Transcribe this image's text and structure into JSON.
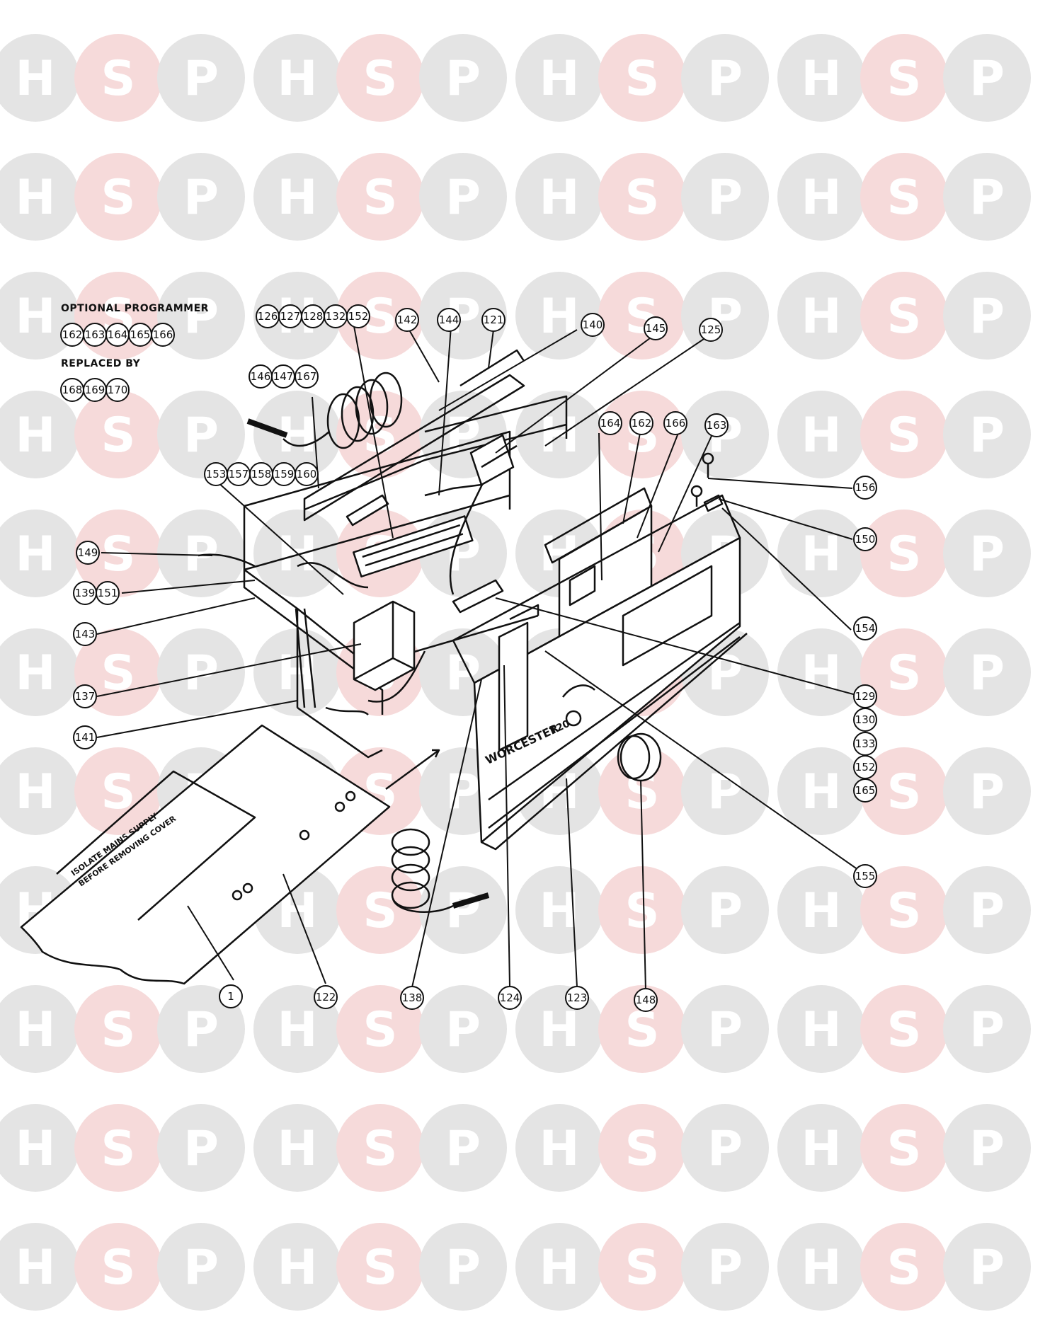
{
  "watermark": {
    "letters": [
      "H",
      "S",
      "P"
    ],
    "colors": {
      "circle": "#e4e4e4",
      "accent_circle": "#f6dada",
      "letter": "#ffffff"
    }
  },
  "notes": {
    "optional_programmer": "OPTIONAL PROGRAMMER",
    "replaced_by": "REPLACED BY",
    "optional_parts": [
      "162",
      "163",
      "164",
      "165",
      "166"
    ],
    "replacement_parts": [
      "168",
      "169",
      "170"
    ]
  },
  "panel_text": {
    "brand": "WORCESTER",
    "model": "T20"
  },
  "label_text": {
    "line1": "ISOLATE MAINS SUPPLY",
    "line2": "BEFORE REMOVING COVER"
  },
  "callouts": {
    "group_126": [
      "126",
      "127",
      "128",
      "132",
      "152"
    ],
    "group_146": [
      "146",
      "147",
      "167"
    ],
    "group_153": [
      "153",
      "157",
      "158",
      "159",
      "160"
    ],
    "group_139": [
      "139",
      "151"
    ],
    "group_129": [
      "129",
      "130",
      "133",
      "152",
      "165"
    ],
    "c142": "142",
    "c144": "144",
    "c121": "121",
    "c140": "140",
    "c145": "145",
    "c125": "125",
    "c164": "164",
    "c162": "162",
    "c166": "166",
    "c163": "163",
    "c156": "156",
    "c150": "150",
    "c154": "154",
    "c155": "155",
    "c149": "149",
    "c143": "143",
    "c137": "137",
    "c141": "141",
    "c1": "1",
    "c122": "122",
    "c138": "138",
    "c124": "124",
    "c123": "123",
    "c148": "148"
  }
}
